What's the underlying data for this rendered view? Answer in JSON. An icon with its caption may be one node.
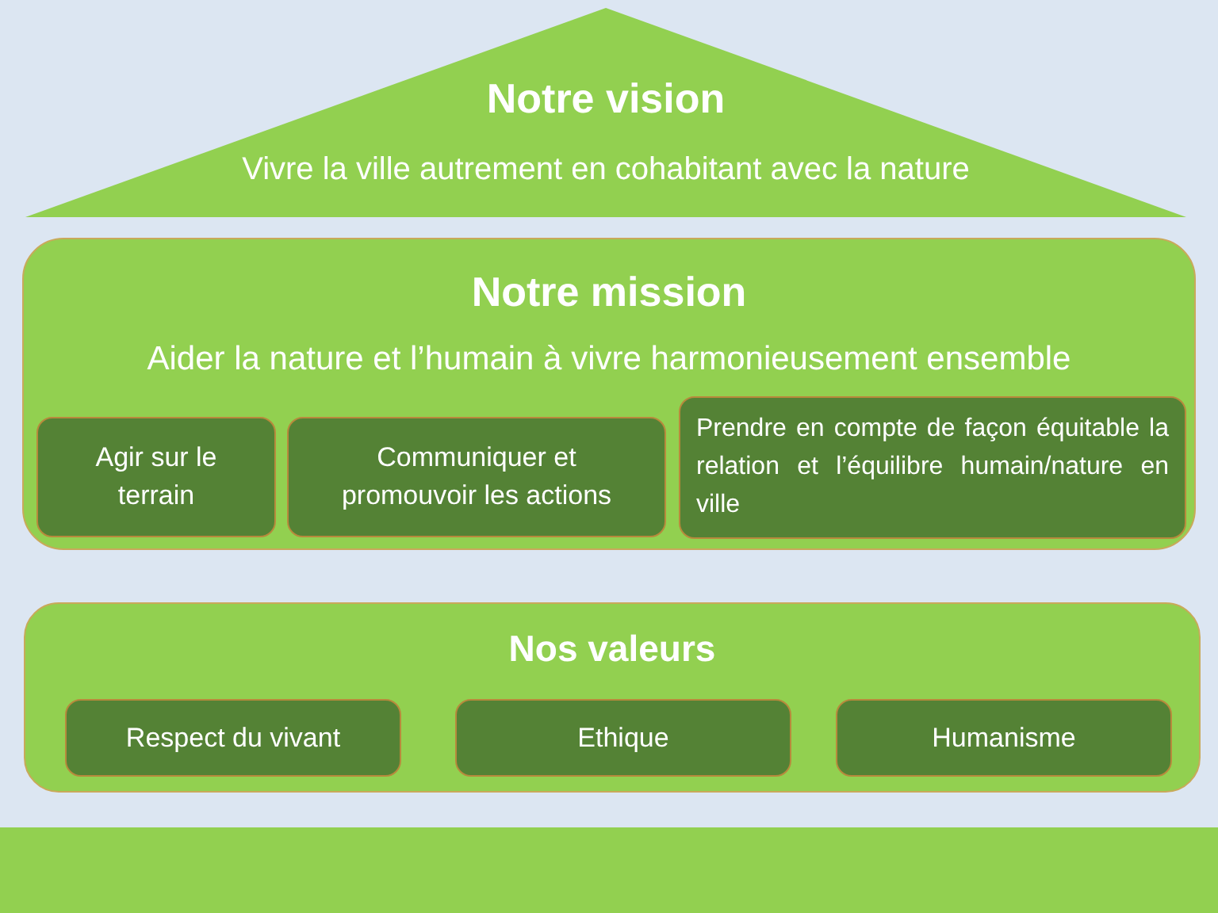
{
  "diagram": {
    "nodes": [
      {
        "text": [
          "Notre vision",
          "Vivre la ville autrement en cohabitant avec la nature"
        ]
      },
      {
        "text": [
          "Notre mission",
          "Aider la nature et l’humain à vivre harmonieusement ensemble"
        ]
      },
      {
        "text": [
          "Agir sur le terrain"
        ],
        "in": 1
      },
      {
        "text": [
          "Communiquer et promouvoir les actions"
        ],
        "in": 1
      },
      {
        "text": [
          "Prendre en compte de façon équitable la relation et l’équilibre humain/nature en ville"
        ],
        "in": 1
      },
      {
        "text": [
          "Nos valeurs"
        ]
      },
      {
        "text": [
          "Respect du vivant"
        ],
        "in": 5
      },
      {
        "text": [
          "Ethique"
        ],
        "in": 5
      },
      {
        "text": [
          "Humanisme"
        ],
        "in": 5
      },
      {
        "text": [],
        "shape": "bar"
      }
    ],
    "edges": []
  }
}
